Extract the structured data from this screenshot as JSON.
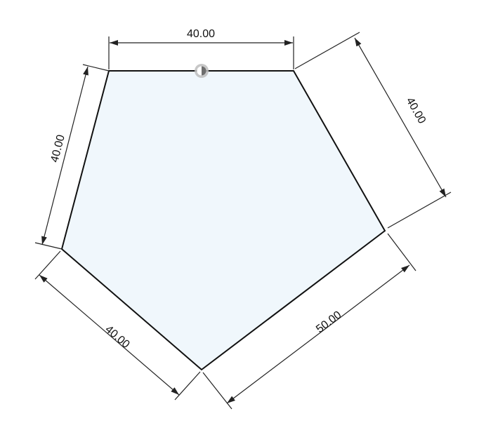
{
  "sketch": {
    "fill_color": "#f0f7fc",
    "edge_color": "#111111",
    "dimension_color": "#222222",
    "origin_icon": "origin-marker-icon",
    "dimensions": {
      "top": "40.00",
      "right_upper": "40.00",
      "right_lower": "50.00",
      "bottom_left": "40.00",
      "left": "40.00"
    }
  }
}
